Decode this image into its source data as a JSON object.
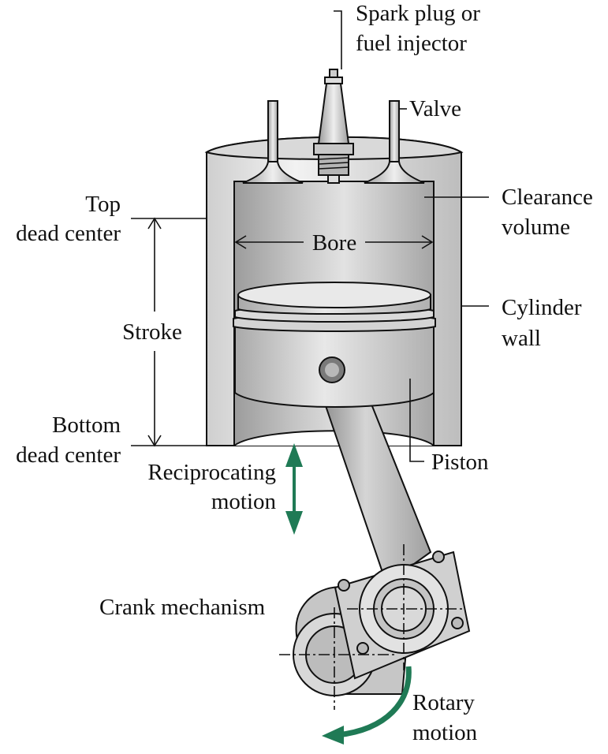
{
  "labels": {
    "spark_plug": [
      "Spark plug or",
      "fuel injector"
    ],
    "valve": "Valve",
    "clearance_volume": [
      "Clearance",
      "volume"
    ],
    "top_dead_center": [
      "Top",
      "dead center"
    ],
    "bore": "Bore",
    "cylinder_wall": [
      "Cylinder",
      "wall"
    ],
    "stroke": "Stroke",
    "bottom_dead_center": [
      "Bottom",
      "dead center"
    ],
    "piston": "Piston",
    "reciprocating_motion": [
      "Reciprocating",
      "motion"
    ],
    "crank_mechanism": "Crank mechanism",
    "rotary_motion": [
      "Rotary",
      "motion"
    ]
  },
  "colors": {
    "motion_arrow": "#1f7a55",
    "metal_light": "#e6e6e6",
    "metal_mid": "#bdbdbd",
    "metal_dark": "#8a8a8a"
  }
}
